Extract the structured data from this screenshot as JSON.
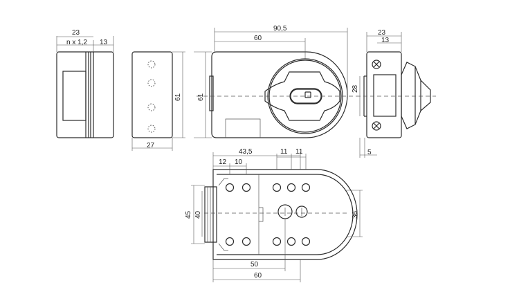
{
  "dimensions": {
    "d23_left": "23",
    "nx12": "n x 1,2",
    "d13_left": "13",
    "d61_a": "61",
    "d61_b": "61",
    "d27": "27",
    "d90_5": "90,5",
    "d60_top": "60",
    "d23_right": "23",
    "d13_right": "13",
    "d28": "28",
    "d5": "5",
    "d43_5": "43,5",
    "d12": "12",
    "d10": "10",
    "d11_a": "11",
    "d11_b": "11",
    "d45": "45",
    "d40": "40",
    "d36": "36",
    "d50": "50",
    "d60_bottom": "60"
  }
}
